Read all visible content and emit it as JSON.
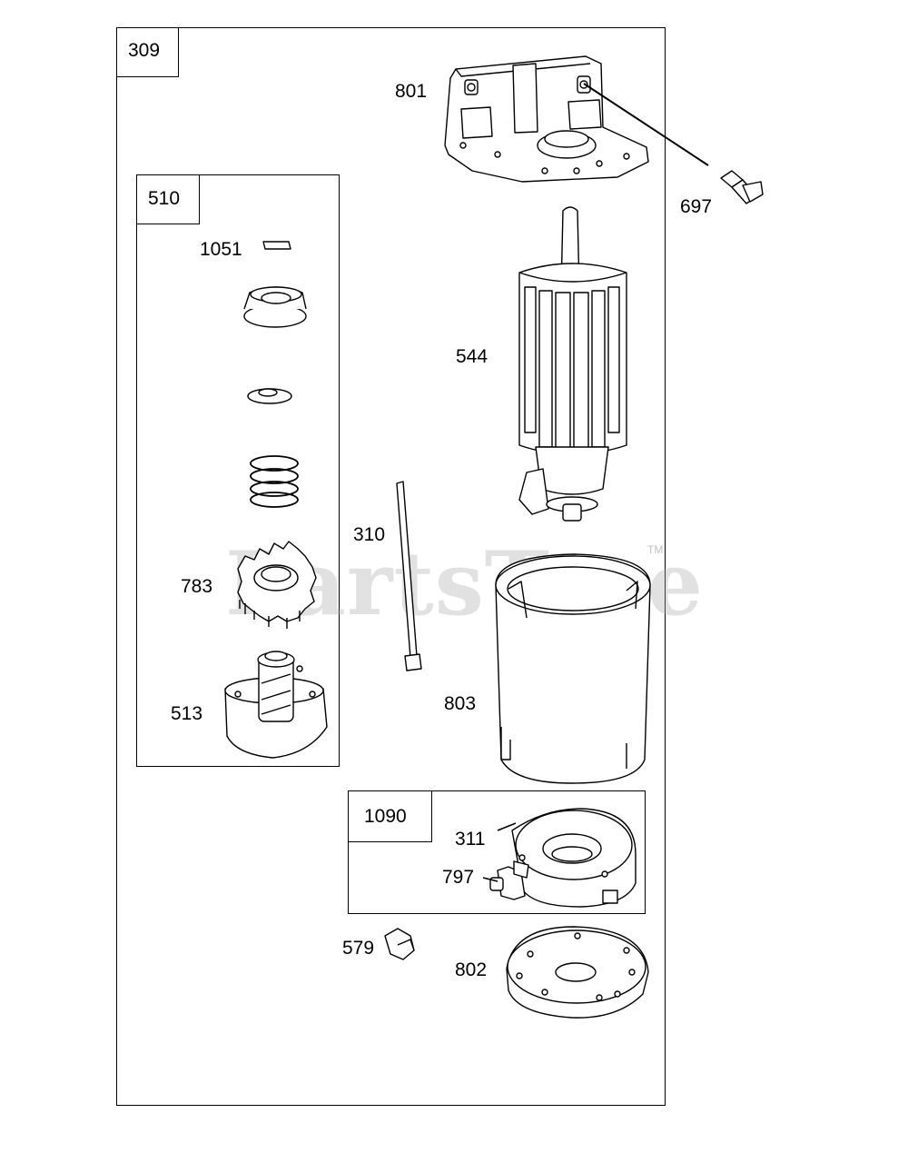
{
  "assembly": {
    "label": "309"
  },
  "groups": {
    "drive": {
      "label": "510"
    },
    "brush": {
      "label": "1090"
    }
  },
  "parts": {
    "p801": "801",
    "p697": "697",
    "p1051": "1051",
    "p544": "544",
    "p310": "310",
    "p783": "783",
    "p803": "803",
    "p513": "513",
    "p311": "311",
    "p797": "797",
    "p579": "579",
    "p802": "802"
  },
  "watermark": {
    "text": "PartsTree",
    "mark": "TM"
  }
}
